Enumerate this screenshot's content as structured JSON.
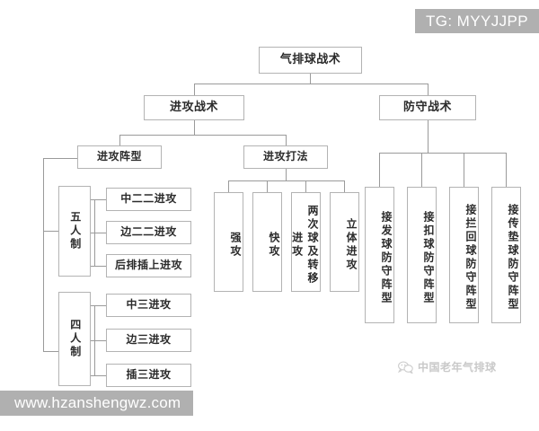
{
  "diagram": {
    "root": {
      "label": "气排球战术"
    },
    "level2": [
      {
        "label": "进攻战术"
      },
      {
        "label": "防守战术"
      }
    ],
    "offense_categories": [
      {
        "label": "进攻阵型"
      },
      {
        "label": "进攻打法"
      }
    ],
    "formation_groups": [
      {
        "label": "五人制",
        "children": [
          {
            "label": "中二二进攻"
          },
          {
            "label": "边二二进攻"
          },
          {
            "label": "后排插上进攻"
          }
        ]
      },
      {
        "label": "四人制",
        "children": [
          {
            "label": "中三进攻"
          },
          {
            "label": "边三进攻"
          },
          {
            "label": "插三进攻"
          }
        ]
      }
    ],
    "offense_plays": [
      {
        "label": "强攻"
      },
      {
        "label": "快攻"
      },
      {
        "label": "两次球及转移进攻"
      },
      {
        "label": "立体进攻"
      }
    ],
    "defense_formations": [
      {
        "label": "接发球防守阵型"
      },
      {
        "label": "接扣球防守阵型"
      },
      {
        "label": "接拦回球防守阵型"
      },
      {
        "label": "接传垫球防守阵型"
      }
    ]
  },
  "watermarks": {
    "telegram": "TG: MYYJJPP",
    "website": "www.hzanshengwz.com",
    "logo_text": "中国老年气排球"
  },
  "colors": {
    "box_border": "#b3b3b3",
    "line": "#9a9a9a",
    "text": "#2b2b2b",
    "watermark_bg": "#b0b0b0",
    "watermark_text": "#ffffff",
    "logo": "#c9c9c9"
  }
}
